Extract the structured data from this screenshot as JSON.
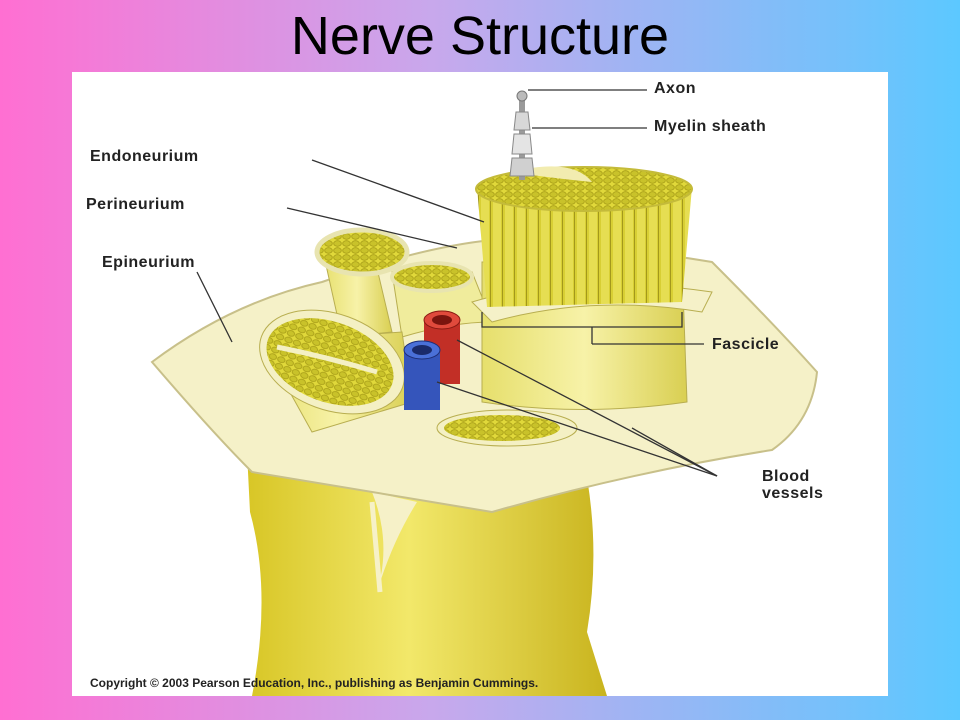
{
  "slide": {
    "title": "Nerve Structure"
  },
  "diagram": {
    "labels": {
      "axon": "Axon",
      "myelin_sheath": "Myelin sheath",
      "endoneurium": "Endoneurium",
      "perineurium": "Perineurium",
      "epineurium": "Epineurium",
      "fascicle": "Fascicle",
      "blood_vessels_line1": "Blood",
      "blood_vessels_line2": "vessels"
    },
    "copyright": "Copyright © 2003 Pearson Education, Inc., publishing as Benjamin Cummings."
  },
  "colors": {
    "nerve_yellow": "#e3dc3a",
    "sheath_cream": "#f5f1c8",
    "artery_red": "#d43a2e",
    "vein_blue": "#3a5fc8"
  }
}
